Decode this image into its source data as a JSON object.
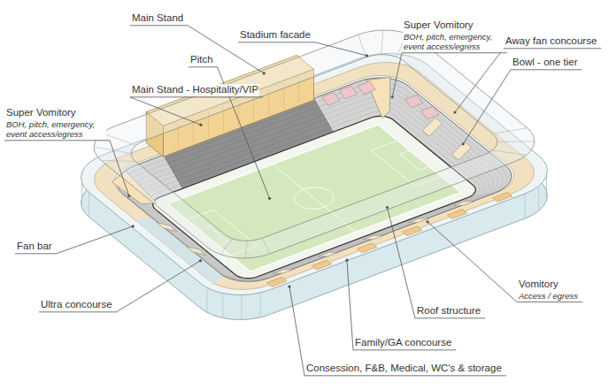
{
  "diagram": {
    "labels": [
      "Main Stand",
      "Stadium facade",
      "Super Vomitory",
      "BOH, pitch, emergency, event access/egress",
      "Away fan concourse",
      "Pitch",
      "Bowl - one tier",
      "Main Stand - Hospitality/VIP",
      "Super Vomitory",
      "BOH, pitch, emergency, event access/egress",
      "Fan bar",
      "Ultra concourse",
      "Vomitory",
      "Access / egress",
      "Roof structure",
      "Family/GA concourse",
      "Consession, F&B, Medical, WC's & storage"
    ]
  }
}
